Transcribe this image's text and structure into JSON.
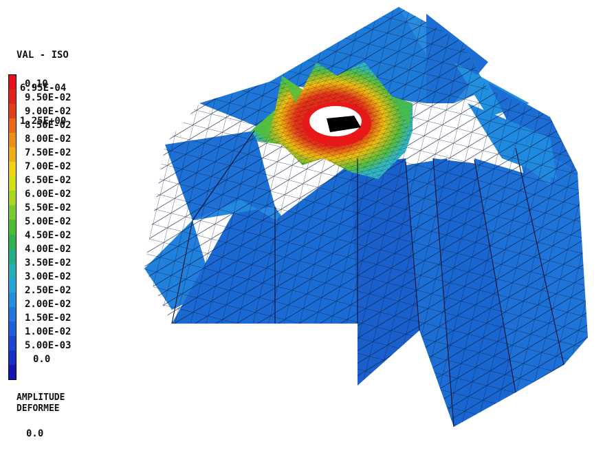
{
  "header": {
    "title": "VAL - ISO",
    "min_line": "> 6.95E-04",
    "max_line": "< 1.25E+00"
  },
  "legend": {
    "labels": [
      "0.10",
      "9.50E-02",
      "9.00E-02",
      "8.50E-02",
      "8.00E-02",
      "7.50E-02",
      "7.00E-02",
      "6.50E-02",
      "6.00E-02",
      "5.50E-02",
      "5.00E-02",
      "4.50E-02",
      "4.00E-02",
      "3.50E-02",
      "3.00E-02",
      "2.50E-02",
      "2.00E-02",
      "1.50E-02",
      "1.00E-02",
      "5.00E-03",
      "0.0"
    ],
    "colors": [
      "#e8101a",
      "#e2241a",
      "#e44018",
      "#ea6a14",
      "#f09010",
      "#f0b010",
      "#f0d410",
      "#d4e010",
      "#a8d81a",
      "#78cc28",
      "#48c030",
      "#30b450",
      "#20b088",
      "#20b0b8",
      "#20a8d8",
      "#2090e0",
      "#1e78e0",
      "#1c60dc",
      "#1a48d4",
      "#1830c8",
      "#1418b0"
    ]
  },
  "amplitude": {
    "label1": "AMPLITUDE",
    "label2": "DEFORMEE",
    "value": "0.0"
  }
}
